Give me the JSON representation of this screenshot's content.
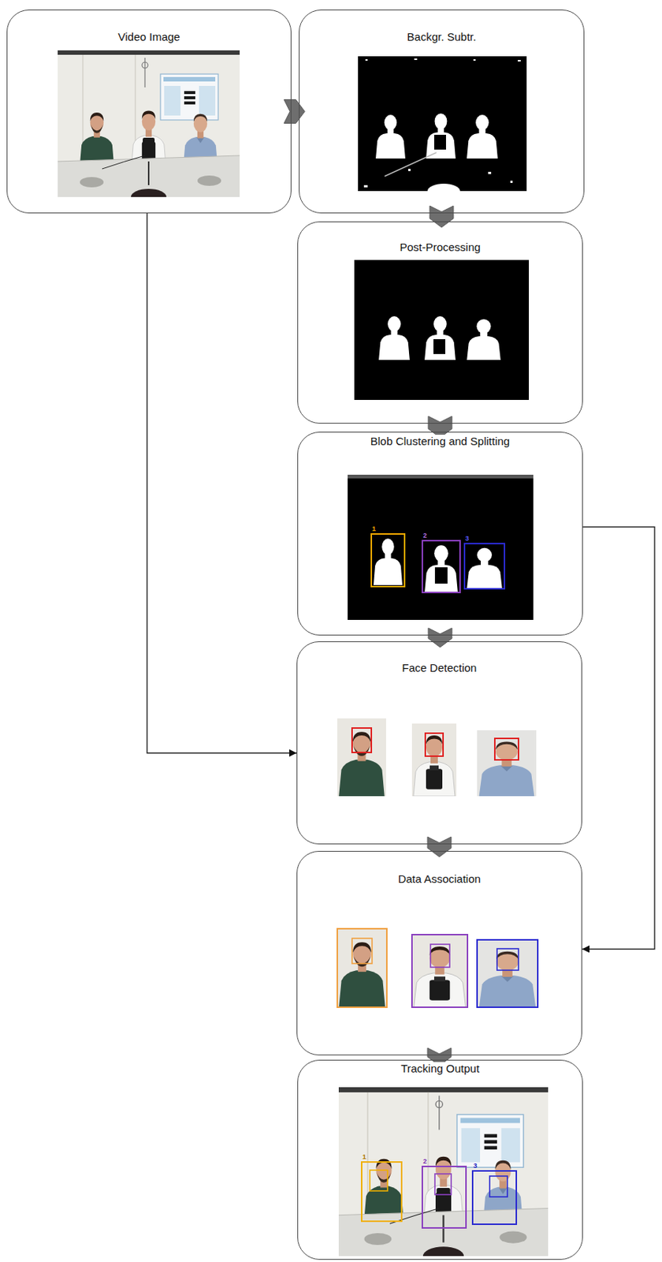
{
  "diagram": {
    "nodes": [
      {
        "text": [
          "Video Image"
        ]
      },
      {
        "text": [
          "Backgr. Subtr."
        ]
      },
      {
        "text": [
          "Post-Processing"
        ]
      },
      {
        "text": [
          "Blob Clustering and Splitting"
        ]
      },
      {
        "text": [
          "Face Detection"
        ]
      },
      {
        "text": [
          "Data Association"
        ]
      },
      {
        "text": [
          "Tracking Output"
        ]
      }
    ],
    "edges": [
      {
        "from": 0,
        "to": 1,
        "arrow": "to"
      },
      {
        "from": 1,
        "to": 2,
        "arrow": "to"
      },
      {
        "from": 2,
        "to": 3,
        "arrow": "to"
      },
      {
        "from": 3,
        "to": 4,
        "arrow": "to"
      },
      {
        "from": 4,
        "to": 5,
        "arrow": "to"
      },
      {
        "from": 5,
        "to": 6,
        "arrow": "to"
      },
      {
        "from": 0,
        "to": 4,
        "arrow": "to"
      },
      {
        "from": 3,
        "to": 5,
        "arrow": "to"
      }
    ],
    "labels": [
      "1",
      "2",
      "3",
      "1",
      "2",
      "3"
    ]
  }
}
